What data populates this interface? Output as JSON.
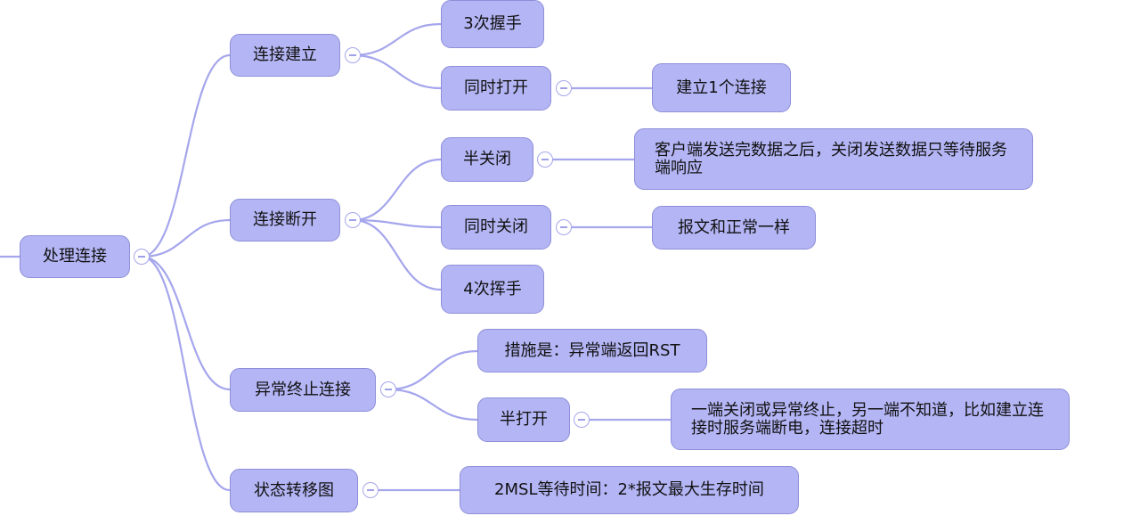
{
  "mindmap": {
    "root": "处理连接",
    "branches": [
      {
        "label": "连接建立",
        "children": [
          {
            "label": "3次握手"
          },
          {
            "label": "同时打开",
            "children": [
              {
                "label": "建立1个连接"
              }
            ]
          }
        ]
      },
      {
        "label": "连接断开",
        "children": [
          {
            "label": "半关闭",
            "children": [
              {
                "label": "客户端发送完数据之后，关闭发送数据只等待服务端响应"
              }
            ]
          },
          {
            "label": "同时关闭",
            "children": [
              {
                "label": "报文和正常一样"
              }
            ]
          },
          {
            "label": "4次挥手"
          }
        ]
      },
      {
        "label": "异常终止连接",
        "children": [
          {
            "label": "措施是：异常端返回RST"
          },
          {
            "label": "半打开",
            "children": [
              {
                "label": "一端关闭或异常终止，另一端不知道，比如建立连接时服务端断电，连接超时"
              }
            ]
          }
        ]
      },
      {
        "label": "状态转移图",
        "children": [
          {
            "label": "2MSL等待时间：2*报文最大生存时间"
          }
        ]
      }
    ]
  },
  "colors": {
    "node_fill": "#b4b5f5",
    "node_border": "#8e8fd8",
    "connector": "#a5a6ec"
  }
}
